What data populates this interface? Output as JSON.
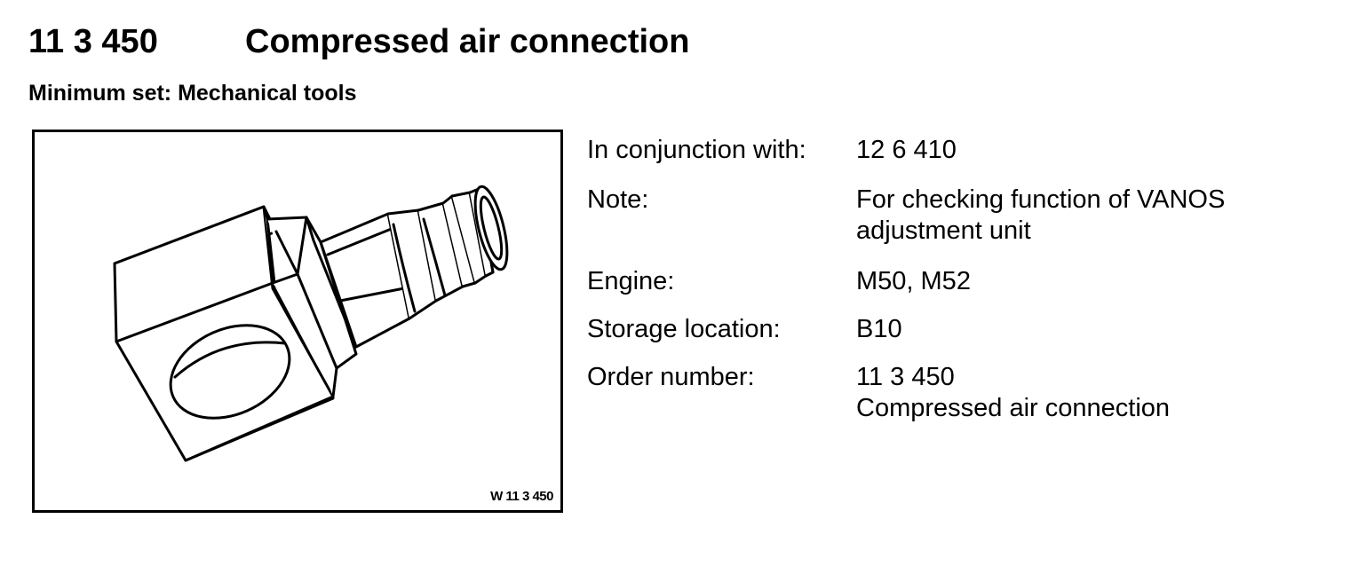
{
  "header": {
    "number": "11 3 450",
    "title": "Compressed air connection"
  },
  "subtitle": "Minimum set: Mechanical tools",
  "figure": {
    "caption": "W 11 3 450",
    "icon": "compressed-air-connector-drawing"
  },
  "details": {
    "conjunction": {
      "label": "In conjunction with:",
      "value": "12 6 410"
    },
    "note": {
      "label": "Note:",
      "value_line1": "For checking function of VANOS",
      "value_line2": "adjustment unit"
    },
    "engine": {
      "label": "Engine:",
      "value": "M50, M52"
    },
    "storage": {
      "label": "Storage location:",
      "value": "B10"
    },
    "order": {
      "label": "Order number:",
      "value_line1": "11 3 450",
      "value_line2": "Compressed air connection"
    }
  }
}
